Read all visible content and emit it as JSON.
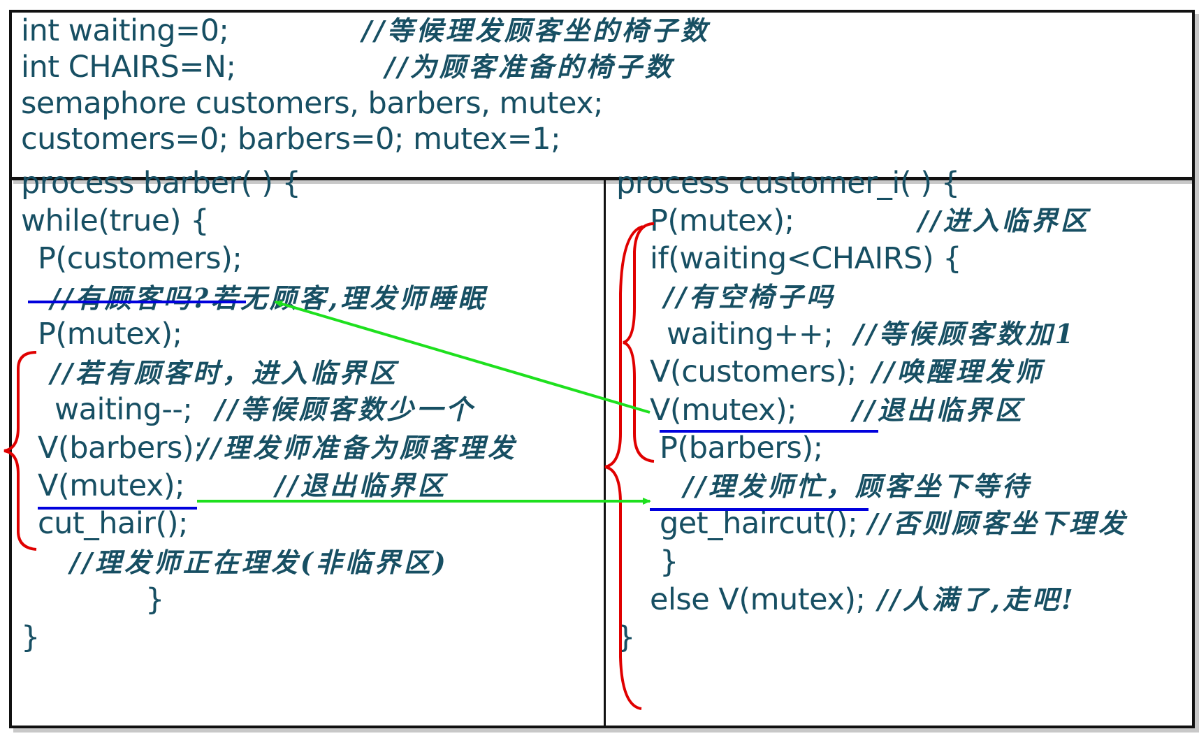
{
  "header_block": {
    "lines": [
      {
        "code": "int waiting=0;",
        "comment": "//等候理发顾客坐的椅子数"
      },
      {
        "code": "int CHAIRS=N;",
        "comment": "//为顾客准备的椅子数"
      },
      {
        "code": "semaphore customers, barbers, mutex;",
        "comment": ""
      },
      {
        "code": "customers=0; barbers=0; mutex=1;",
        "comment": ""
      }
    ]
  },
  "barber_process": {
    "lines": [
      {
        "code": "process barber( ) {",
        "comment": ""
      },
      {
        "code": "while(true) {",
        "comment": ""
      },
      {
        "code": "P(customers);",
        "comment": ""
      },
      {
        "code": "",
        "comment": "//有顾客吗?若无顾客,理发师睡眠"
      },
      {
        "code": "P(mutex);",
        "comment": ""
      },
      {
        "code": "",
        "comment": "//若有顾客时，进入临界区"
      },
      {
        "code": "waiting--;",
        "comment": "//等候顾客数少一个"
      },
      {
        "code": "V(barbers);",
        "comment": "//理发师准备为顾客理发"
      },
      {
        "code": "V(mutex);",
        "comment": "//退出临界区"
      },
      {
        "code": "cut_hair();",
        "comment": ""
      },
      {
        "code": "",
        "comment": "//理发师正在理发(非临界区)"
      },
      {
        "code": "}",
        "comment": ""
      },
      {
        "code": "}",
        "comment": ""
      }
    ]
  },
  "customer_process": {
    "lines": [
      {
        "code": "process customer_i( ) {",
        "comment": ""
      },
      {
        "code": "P(mutex);",
        "comment": "//进入临界区"
      },
      {
        "code": "if(waiting<CHAIRS) {",
        "comment": ""
      },
      {
        "code": "",
        "comment": "//有空椅子吗"
      },
      {
        "code": "waiting++;",
        "comment": "//等候顾客数加1"
      },
      {
        "code": "V(customers);",
        "comment": "//唤醒理发师"
      },
      {
        "code": "V(mutex);",
        "comment": "//退出临界区"
      },
      {
        "code": "P(barbers);",
        "comment": ""
      },
      {
        "code": "",
        "comment": "//理发师忙，顾客坐下等待"
      },
      {
        "code": "get_haircut();",
        "comment": "//否则顾客坐下理发"
      },
      {
        "code": "}",
        "comment": ""
      },
      {
        "code": "else  V(mutex);",
        "comment": "//人满了,走吧!"
      },
      {
        "code": "}",
        "comment": ""
      }
    ]
  },
  "colors": {
    "text": "#174f63",
    "border": "#111111",
    "underline": "#0000dd",
    "brace": "#e00000",
    "arrow": "#1ee01e"
  }
}
